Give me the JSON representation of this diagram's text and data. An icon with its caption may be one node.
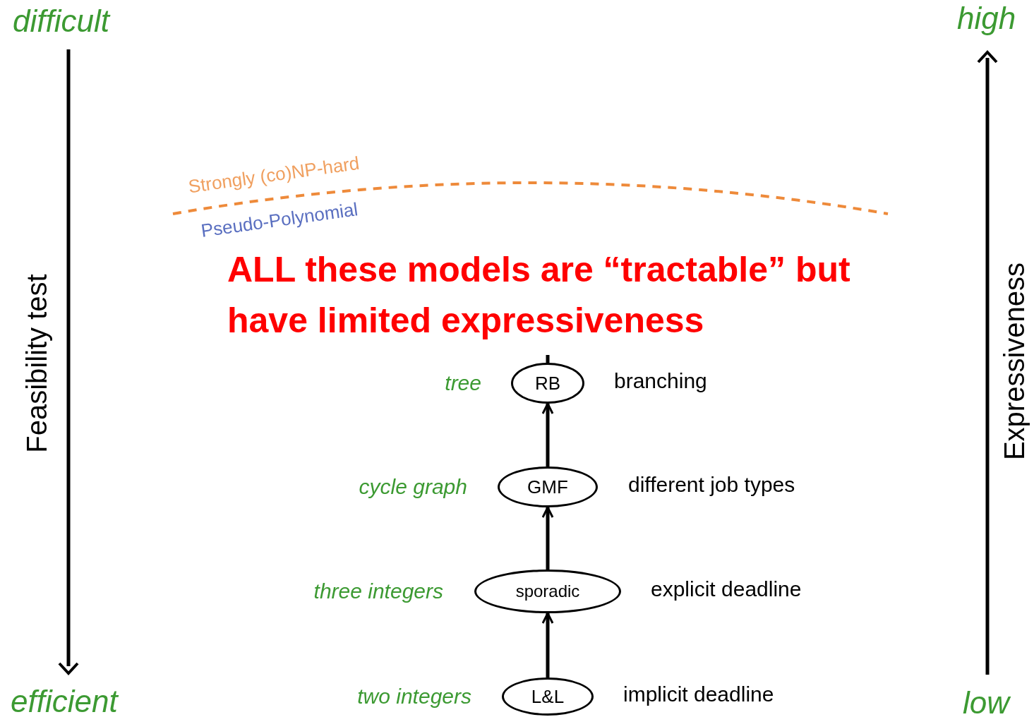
{
  "diagram": {
    "nodes": [
      {
        "text": [
          "RB"
        ],
        "beside": [
          "tree",
          "branching"
        ]
      },
      {
        "text": [
          "GMF"
        ],
        "beside": [
          "cycle graph",
          "different job types"
        ]
      },
      {
        "text": [
          "sporadic"
        ],
        "beside": [
          "three integers",
          "explicit deadline"
        ]
      },
      {
        "text": [
          "L&L"
        ],
        "beside": [
          "two integers",
          "implicit deadline"
        ]
      }
    ],
    "edges": [
      {
        "from": 3,
        "to": 2,
        "arrow": "to"
      },
      {
        "from": 2,
        "to": 1,
        "arrow": "to"
      },
      {
        "from": 1,
        "to": 0,
        "arrow": "to"
      },
      {
        "from": 0,
        "to": null,
        "arrow": "none"
      }
    ],
    "labels": [
      "difficult",
      "high",
      "Strongly (co)NP-hard",
      "Pseudo-Polynomial",
      "ALL these models are “tractable” but have limited expressiveness",
      "Feasibility test",
      "Expressiveness",
      "efficient",
      "low"
    ]
  }
}
